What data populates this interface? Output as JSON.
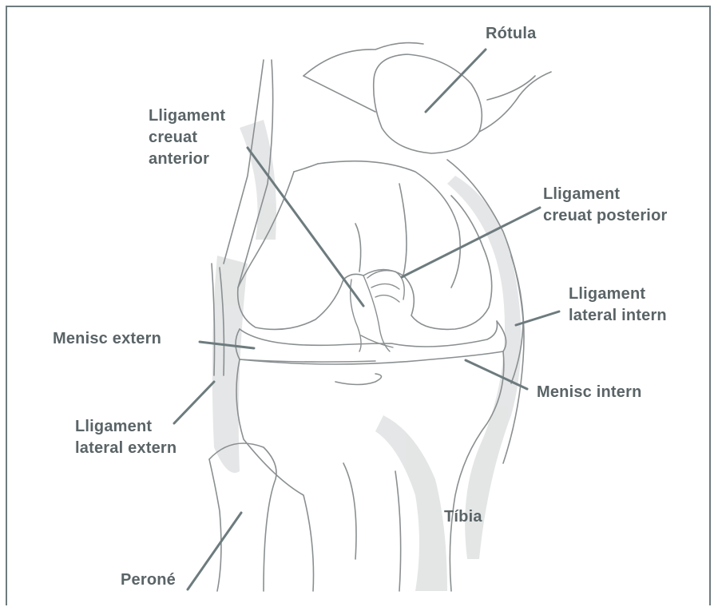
{
  "diagram": {
    "labels": {
      "rotula": "Rótula",
      "lca": [
        "Lligament",
        "creuat",
        "anterior"
      ],
      "lcp": [
        "Lligament",
        "creuat posterior"
      ],
      "lli": [
        "Lligament",
        "lateral intern"
      ],
      "menisc_extern": "Menisc extern",
      "menisc_intern": "Menisc intern",
      "lle": [
        "Lligament",
        "lateral extern"
      ],
      "tibia": "Tíbia",
      "perone": "Peroné"
    },
    "colors": {
      "frame": "#6d7b7e",
      "label_text": "#5a6467",
      "leader_line": "#6d7b7e",
      "sketch": "#8a8f91",
      "shading": "#c8cbcc"
    }
  }
}
